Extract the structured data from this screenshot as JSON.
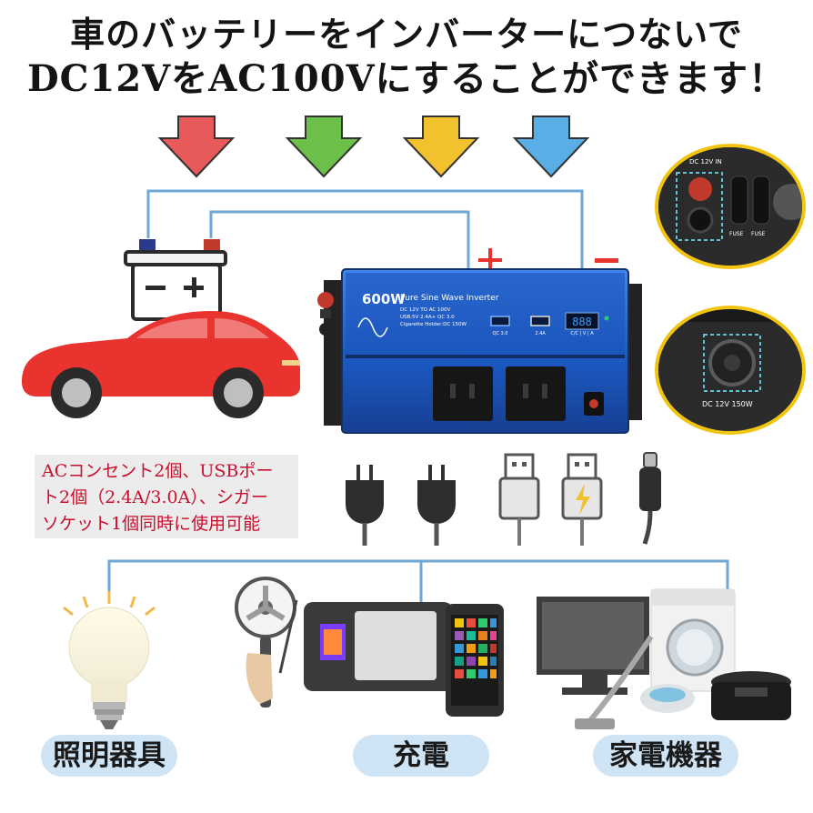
{
  "headline": {
    "line1": "車のバッテリーをインバーターにつないで",
    "line2": "DC12VをAC100Vにすることができます！"
  },
  "battery": {
    "plus_sign": "+",
    "minus_sign": "−"
  },
  "terminals": {
    "plus": "+",
    "minus": "−"
  },
  "inverter": {
    "wattage": "600W",
    "product_name": "Pure Sine Wave Inverter",
    "spec_line1": "DC 12V TO AC 100V",
    "spec_line2": "USB:5V 2.4A+ QC 3.0",
    "spec_line3": "Cigarette Holder:DC 150W",
    "usb1_label": "QC 3.0",
    "usb2_label": "2.4A",
    "display_label": "C/C | V | A"
  },
  "zoom_top": {
    "label": "DC 12V IN",
    "fuse1": "FUSE",
    "fuse2": "FUSE"
  },
  "zoom_bottom": {
    "label": "DC 12V 150W"
  },
  "feature_box": {
    "line1": "ACコンセント2個、USBポー",
    "line2": "ト2個（2.4A/3.0A）、シガー",
    "line3": "ソケット1個同時に使用可能"
  },
  "categories": [
    {
      "label": "照明器具"
    },
    {
      "label": "充電"
    },
    {
      "label": "家電機器"
    }
  ],
  "colors": {
    "arrow_red": "#e85a5a",
    "arrow_green": "#6cc04a",
    "arrow_yellow": "#f2c12e",
    "arrow_blue": "#5aaee6",
    "wire": "#6fa8d6",
    "inverter_blue": "#1f5fc8",
    "car_red": "#e8332f",
    "feature_text": "#c8102e",
    "pill_bg": "#cfe4f5",
    "zoom_ring": "#f1c40f"
  }
}
